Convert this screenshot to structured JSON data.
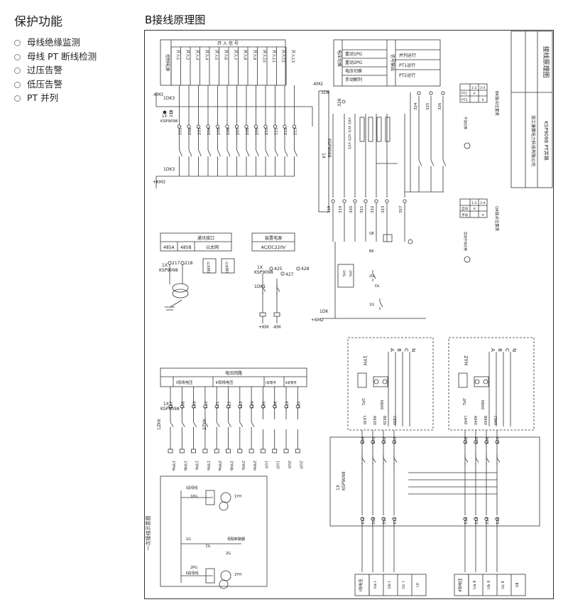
{
  "sidebar": {
    "title": "保护功能",
    "items": [
      "母线绝缘监测",
      "母线 PT 断线检测",
      "过压告警",
      "低压告警",
      "PT 并列"
    ]
  },
  "diagram": {
    "title": "B接线原理图",
    "title_block": {
      "name": "接线原理图",
      "company": "浙江康赛电力科技有限公司",
      "model": "KSP9098 PT并换"
    },
    "device": "KSP9098",
    "inputs_header": "开 入 信 号",
    "inputs_control": "控制电源",
    "inputs": [
      "开入1",
      "开入2",
      "开入3",
      "开入4",
      "开入5",
      "开入6",
      "开入7",
      "开入8",
      "开入9",
      "开入10",
      "开入11",
      "开入12",
      "开入13"
    ],
    "input_terminals": [
      "201",
      "202",
      "203",
      "204",
      "205",
      "206",
      "207",
      "208",
      "209",
      "210",
      "211",
      "212",
      "213"
    ],
    "input_common": "214",
    "km3_top": "-KM3",
    "km3_bottom": "+KM3",
    "dk3": "1DK3",
    "x1": "1X",
    "outputs_header": "电压切换",
    "outputs": [
      "重动1PG",
      "重动2PG",
      "电压切换",
      "手动解列"
    ],
    "signals_header": "信号输出",
    "signals": [
      "并列运行",
      "PT1运行",
      "PT2运行"
    ],
    "km2_top": "-KM2",
    "km2_bottom": "+KM2",
    "dk": "1DK",
    "out_terminals": [
      "318",
      "319",
      "320",
      "321",
      "322",
      "323",
      "327",
      "328"
    ],
    "sig_terminals": [
      "324",
      "325",
      "326"
    ],
    "comm_header": "通讯接口",
    "comm_cells": [
      "485A",
      "485B",
      "以太网"
    ],
    "comm_terminals": [
      "217",
      "218"
    ],
    "eth_ports": [
      "以太网1",
      "以太网2"
    ],
    "power_header": "装置电源",
    "power_sub": "AC/DC220V",
    "power_terminals": [
      "425",
      "427",
      "428"
    ],
    "km_plus": "+KM",
    "km_minus": "-KM",
    "switch_table_bk": "BK接点位置表",
    "switch_table_qk": "QK接点位置表",
    "switch_cols": [
      "1-2",
      "3-4"
    ],
    "switch_rows_bk": [
      "PT1",
      "PT2"
    ],
    "switch_rows_qk": [
      "自动",
      "手动"
    ],
    "switch_caption_bk": "手动切换",
    "switch_caption_qk": "自动手动切换",
    "vcircuit_header": "电压回路",
    "vcircuit_sub": [
      "Ⅰ母线电压",
      "Ⅱ母线电压",
      "Ⅰ母零序",
      "Ⅱ母零序"
    ],
    "v_terminals": [
      "107",
      "108",
      "109",
      "110",
      "121",
      "122",
      "123",
      "124",
      "105",
      "106",
      "119",
      "120"
    ],
    "v_labels": [
      "1YHa",
      "1YHb",
      "1YHc",
      "1YHn",
      "2YHa",
      "2YHb",
      "2YHc",
      "2YHn",
      "1U0",
      "1U0'",
      "2U0",
      "2U0'"
    ],
    "zkk": [
      "1ZKK",
      "2ZKK"
    ],
    "pt1": {
      "name": "1YH",
      "pg": "1PG",
      "n": "N600",
      "labels": [
        "L630",
        "A630",
        "B630",
        "C630"
      ]
    },
    "pt2": {
      "name": "2YH",
      "pg": "2PG",
      "n": "N600",
      "labels": [
        "L640",
        "A640",
        "B640",
        "C640"
      ]
    },
    "phases": [
      "A",
      "B",
      "C",
      "N"
    ],
    "bottom_top_terminals": [
      "304",
      "301",
      "302",
      "303",
      "308",
      "305",
      "306",
      "307"
    ],
    "bottom_bottom_terminals": [
      "312",
      "309",
      "310",
      "311",
      "316",
      "313",
      "314",
      "315"
    ],
    "bus1_label": "Ⅰ母电压",
    "bus2_label": "Ⅱ母电压",
    "bus1_cells": [
      "Ua Ⅰ",
      "Ub Ⅰ",
      "Uc Ⅰ",
      "UⅠ"
    ],
    "bus2_cells": [
      "Ua Ⅱ",
      "Ub Ⅱ",
      "Uc Ⅱ",
      "UⅡ"
    ],
    "primary_title": "一次接线示意图",
    "primary_labels": [
      "Ⅰ段母线",
      "Ⅱ段母线",
      "母联断路器",
      "1YH",
      "2YH",
      "1G",
      "2G",
      "DL",
      "1PG",
      "2PG"
    ]
  }
}
